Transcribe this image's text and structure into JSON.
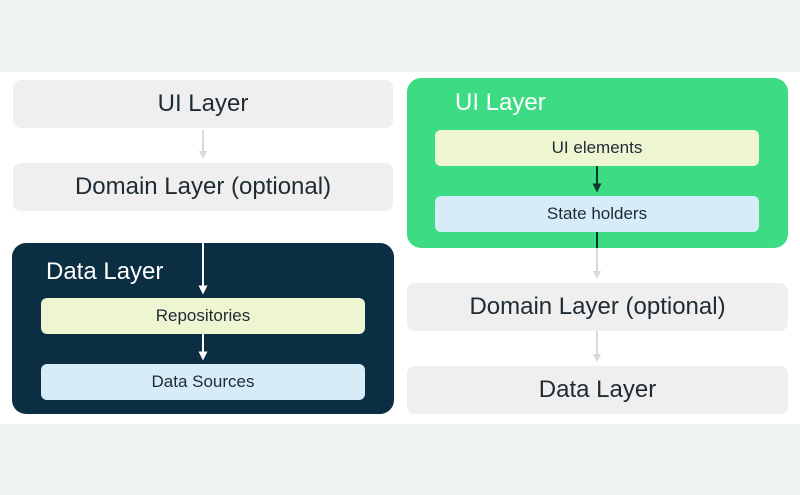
{
  "left_diagram": {
    "ui_layer": "UI Layer",
    "domain_layer": "Domain Layer (optional)",
    "data_layer": {
      "title": "Data Layer",
      "repositories": "Repositories",
      "data_sources": "Data Sources"
    }
  },
  "right_diagram": {
    "ui_layer": {
      "title": "UI Layer",
      "ui_elements": "UI elements",
      "state_holders": "State holders"
    },
    "domain_layer": "Domain Layer (optional)",
    "data_layer": "Data Layer"
  },
  "colors": {
    "dark_panel": "#0c2e42",
    "green_panel": "#3ddc84",
    "grey_box": "#efefef",
    "light_green_box": "#eef5d1",
    "light_blue_box": "#d6ecf9"
  }
}
